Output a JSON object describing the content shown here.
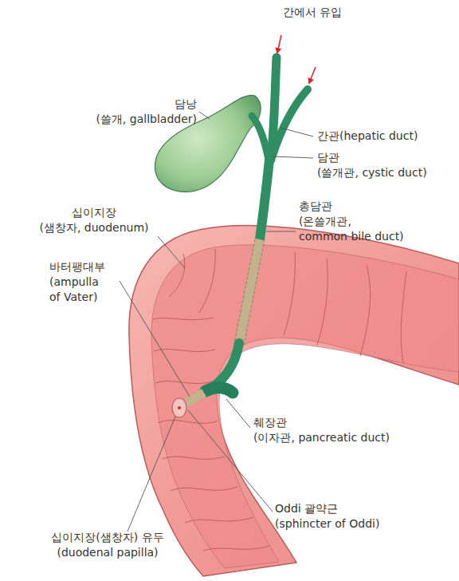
{
  "diagram": {
    "labels": [
      "간에서 유입",
      "담낭 (쓸개, gallbladder)",
      "간관(hepatic duct)",
      "담관 (쓸개관, cystic duct)",
      "십이지장 (샘창자, duodenum)",
      "총담관 (온쓸개관, common bile duct)",
      "바터팽대부 (ampulla of Vater)",
      "췌장관 (이자관, pancreatic duct)",
      "Oddi 괄약근 (sphincter of Oddi)",
      "십이지장(샘창자) 유두 (duodenal papilla)"
    ]
  }
}
